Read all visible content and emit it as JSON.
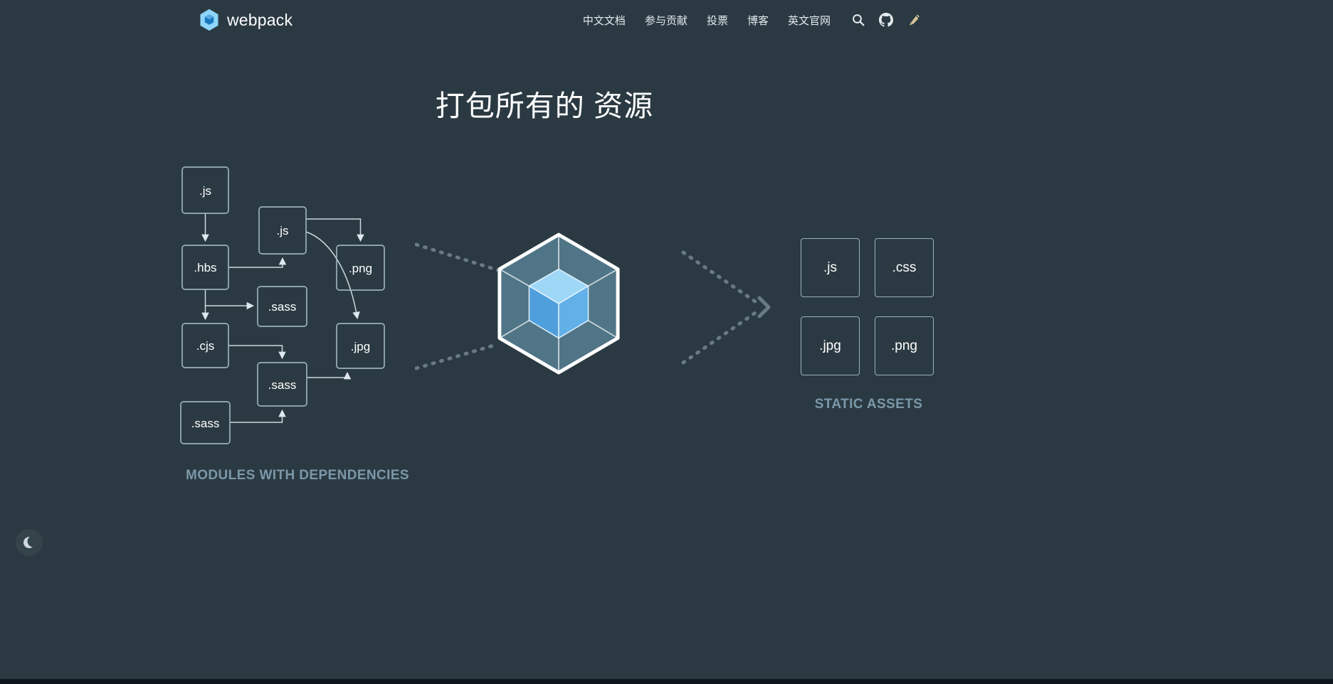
{
  "theme": {
    "background": "#2b3a42",
    "box_border": "#9ab0bc",
    "label_color": "#7b98a9",
    "cube_light_blue": "#8ed6fb",
    "cube_dark_blue": "#4f9fdc",
    "dash_color": "#6a7a83",
    "text_white": "#ffffff"
  },
  "header": {
    "brand": "webpack",
    "nav": [
      {
        "label": "中文文档"
      },
      {
        "label": "参与贡献"
      },
      {
        "label": "投票"
      },
      {
        "label": "博客"
      },
      {
        "label": "英文官网"
      }
    ],
    "icons": [
      {
        "name": "search-icon"
      },
      {
        "name": "github-icon"
      },
      {
        "name": "docschina-icon"
      }
    ]
  },
  "hero": {
    "title": "打包所有的 资源"
  },
  "diagram": {
    "modules_label": "MODULES WITH DEPENDENCIES",
    "assets_label": "STATIC ASSETS",
    "module_nodes": [
      ".js",
      ".js",
      ".hbs",
      ".png",
      ".sass",
      ".cjs",
      ".jpg",
      ".sass",
      ".sass"
    ],
    "asset_nodes": [
      ".js",
      ".css",
      ".jpg",
      ".png"
    ]
  },
  "theme_toggle": {
    "icon": "moon-icon"
  }
}
